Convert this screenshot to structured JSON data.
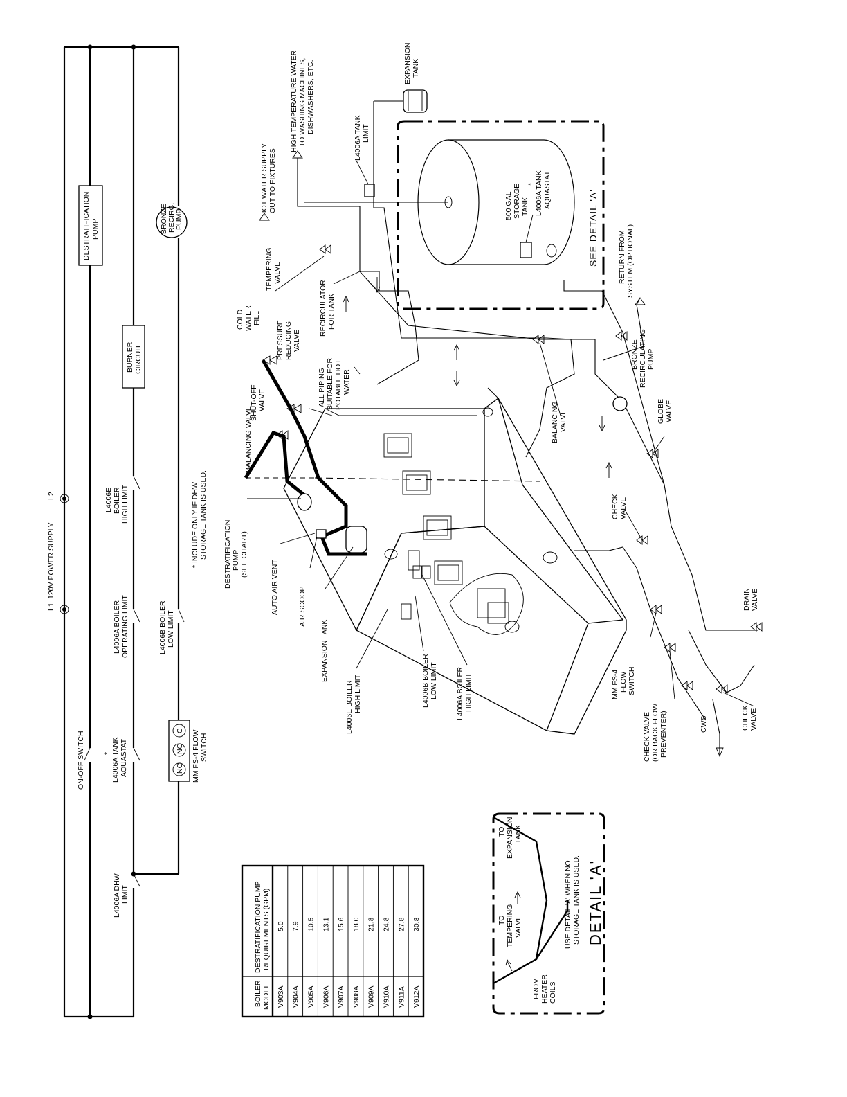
{
  "ladder": {
    "l1": "L1",
    "l2": "L2",
    "power_supply": "120V POWER SUPPLY",
    "on_off_switch": "ON-OFF SWITCH",
    "destrat_pump": [
      "DESTRATIFICATION",
      "PUMP"
    ],
    "tank_aquastat": [
      "*",
      "L4006A TANK",
      "AQUASTAT"
    ],
    "op_limit": [
      "L4006A BOILER",
      "OPERATING LIMIT"
    ],
    "high_limit": [
      "L4006E",
      "BOILER",
      "HIGH LIMIT"
    ],
    "burner_circuit": [
      "BURNER",
      "CIRCUIT"
    ],
    "low_limit": [
      "L4006B BOILER",
      "LOW LIMIT"
    ],
    "flow_switch": [
      "MM FS-4 FLOW",
      "SWITCH"
    ],
    "flow_terminals": [
      "C",
      "NO",
      "NC"
    ],
    "recirc_pump": [
      "BRONZE",
      "RECIRC.",
      "PUMP"
    ],
    "dhw_limit": [
      "L4006A DHW",
      "LIMIT"
    ],
    "note": [
      "*  INCLUDE ONLY IF DHW",
      "STORAGE TANK IS USED."
    ]
  },
  "piping": {
    "hot_water_supply": [
      "HOT WATER SUPPLY",
      "OUT TO FIXTURES"
    ],
    "high_temp_water": [
      "HIGH TEMPERATURE WATER",
      "TO WASHING MACHINES,",
      "DISHWASHERS, ETC."
    ],
    "expansion_tank_top": [
      "EXPANSION",
      "TANK"
    ],
    "tank_limit": [
      "L4006A TANK",
      "LIMIT"
    ],
    "storage_tank": [
      "500 GAL",
      "STORAGE",
      "TANK"
    ],
    "tank_aquastat": [
      "*",
      "L4006A TANK",
      "AQUASTAT"
    ],
    "see_detail": "SEE DETAIL 'A'",
    "tempering_valve": [
      "TEMPERING",
      "VALVE"
    ],
    "cold_water_fill": [
      "COLD",
      "WATER",
      "FILL"
    ],
    "pressure_reducing": [
      "PRESSURE",
      "REDUCING",
      "VALVE"
    ],
    "recirculator": [
      "RECIRCULATOR",
      "FOR TANK"
    ],
    "return_from_system": [
      "RETURN FROM",
      "SYSTEM (OPTIONAL)"
    ],
    "shut_off_valve": [
      "SHUT-OFF",
      "VALVE"
    ],
    "all_piping": [
      "ALL PIPING",
      "SUITABLE FOR",
      "POTABLE HOT",
      "WATER"
    ],
    "balancing_valve_right": [
      "BALANCING",
      "VALVE"
    ],
    "bronze_recirc_pump": [
      "BRONZE",
      "RECIRCULATING",
      "PUMP"
    ],
    "globe_valve": [
      "GLOBE",
      "VALVE"
    ],
    "balancing_valve_left": "BALANCING VALVE",
    "check_valve_upper": [
      "CHECK",
      "VALVE"
    ],
    "destrat_pump": [
      "DESTRATIFICATION",
      "PUMP",
      "(SEE CHART)"
    ],
    "auto_air_vent": "AUTO AIR VENT",
    "air_scoop": "AIR SCOOP",
    "expansion_tank_low": "EXPANSION TANK",
    "l4006e": [
      "L4006E BOILER",
      "HIGH LIMIT"
    ],
    "l4006b": [
      "L4006B BOILER",
      "LOW LIMIT"
    ],
    "l4006a": [
      "L4006A BOILER",
      "HIGH LIMIT"
    ],
    "flow_switch": [
      "MM FS-4",
      "FLOW",
      "SWITCH"
    ],
    "check_valve_backflow": [
      "CHECK VALVE",
      "(OR BACK FLOW",
      "PREVENTER)"
    ],
    "drain_valve": [
      "DRAIN",
      "VALVE"
    ],
    "check_valve_lower": [
      "CHECK",
      "VALVE"
    ],
    "cws": "CWS"
  },
  "pump_table": {
    "header_model": [
      "BOILER",
      "MODEL"
    ],
    "header_gpm": [
      "DESTRATIFICATION PUMP",
      "REQUIREMENTS (GPM)"
    ],
    "rows": [
      {
        "model": "V903A",
        "gpm": "5.0"
      },
      {
        "model": "V904A",
        "gpm": "7.9"
      },
      {
        "model": "V905A",
        "gpm": "10.5"
      },
      {
        "model": "V906A",
        "gpm": "13.1"
      },
      {
        "model": "V907A",
        "gpm": "15.6"
      },
      {
        "model": "V908A",
        "gpm": "18.0"
      },
      {
        "model": "V909A",
        "gpm": "21.8"
      },
      {
        "model": "V910A",
        "gpm": "24.8"
      },
      {
        "model": "V911A",
        "gpm": "27.8"
      },
      {
        "model": "V912A",
        "gpm": "30.8"
      }
    ]
  },
  "detail_a": {
    "to_expansion": [
      "TO",
      "EXPANSION",
      "TANK"
    ],
    "to_tempering": [
      "TO",
      "TEMPERING",
      "VALVE"
    ],
    "from_heater": [
      "FROM",
      "HEATER",
      "COILS"
    ],
    "use_note": [
      "USE DETAIL 'A' WHEN NO",
      "STORAGE TANK IS USED."
    ],
    "title": "DETAIL 'A'"
  }
}
